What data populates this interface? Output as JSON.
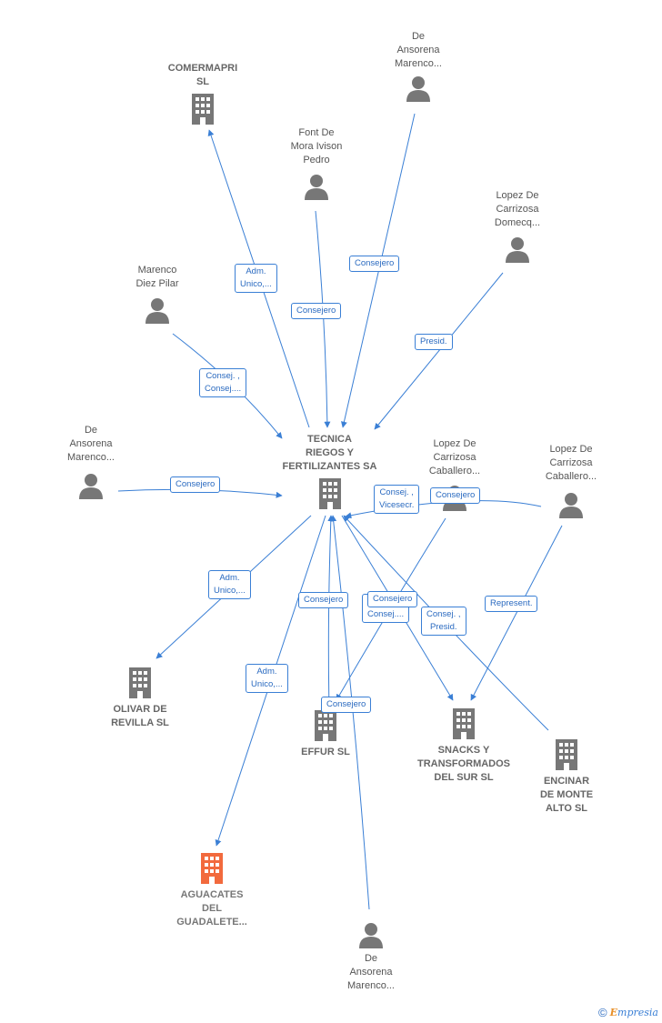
{
  "center": {
    "label": "TECNICA\nRIEGOS Y\nFERTILIZANTES SA"
  },
  "companies": {
    "comermapri": "COMERMAPRI\nSL",
    "olivar": "OLIVAR DE\nREVILLA  SL",
    "effur": "EFFUR SL",
    "snacks": "SNACKS Y\nTRANSFORMADOS\nDEL SUR SL",
    "encinar": "ENCINAR\nDE MONTE\nALTO  SL",
    "aguacates": "AGUACATES\nDEL\nGUADALETE..."
  },
  "persons": {
    "de_ansorena_top": "De\nAnsorena\nMarenco...",
    "font_de_mora": "Font De\nMora Ivison\nPedro",
    "lopez_domecq": "Lopez De\nCarrizosa\nDomecq...",
    "marenco_diez": "Marenco\nDiez Pilar",
    "de_ansorena_left": "De\nAnsorena\nMarenco...",
    "lopez_caballero_1": "Lopez De\nCarrizosa\nCaballero...",
    "lopez_caballero_2": "Lopez De\nCarrizosa\nCaballero...",
    "de_ansorena_bottom": "De\nAnsorena\nMarenco..."
  },
  "edge_labels": {
    "adm_unico_1": "Adm.\nUnico,...",
    "consejero_top": "Consejero",
    "consejero_font": "Consejero",
    "presid": "Presid.",
    "consej_consej": "Consej. ,\nConsej....",
    "consejero_left": "Consejero",
    "consej_vicesecr": "Consej. ,\nVicesecr.",
    "consejero_lopez": "Consejero",
    "adm_unico_2": "Adm.\nUnico,...",
    "consejero_mid": "Consejero",
    "consejero_mid2": "Consejero",
    "consej_short": "Consej....",
    "consej_presid": "Consej. ,\nPresid.",
    "represent": "Represent.",
    "adm_unico_3": "Adm.\nUnico,...",
    "consejero_effur": "Consejero"
  },
  "colors": {
    "edge": "#3a7fd5",
    "icon": "#777777",
    "highlight": "#f26a3d"
  },
  "footer": {
    "copyright": "©",
    "brand": "mpresia",
    "brand_initial": "E"
  }
}
